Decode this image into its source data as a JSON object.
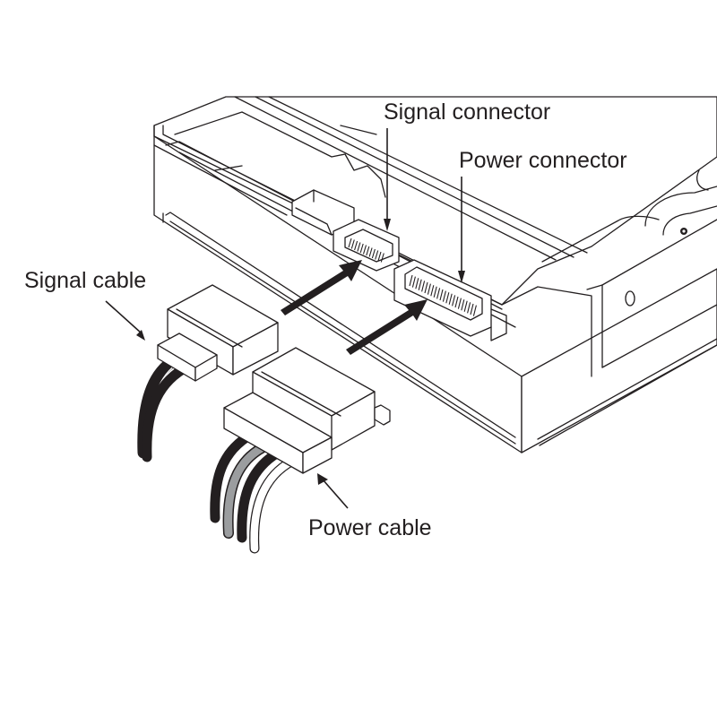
{
  "figure": {
    "title": "SATA drive cable connection",
    "colors": {
      "ink": "#231f20",
      "cable_dark": "#231f20",
      "cable_gray": "#9b9d9f",
      "cable_white": "#ffffff",
      "background": "#ffffff"
    }
  },
  "labels": {
    "signal_connector": "Signal connector",
    "power_connector": "Power connector",
    "signal_cable": "Signal cable",
    "power_cable": "Power cable"
  },
  "cables": {
    "signal": {
      "wires": [
        "dark",
        "dark"
      ]
    },
    "power": {
      "wires": [
        "dark",
        "gray",
        "dark",
        "white"
      ]
    }
  },
  "arrows": [
    {
      "from": "signal-cable-plug",
      "to": "signal-connector"
    },
    {
      "from": "power-cable-plug",
      "to": "power-connector"
    }
  ]
}
